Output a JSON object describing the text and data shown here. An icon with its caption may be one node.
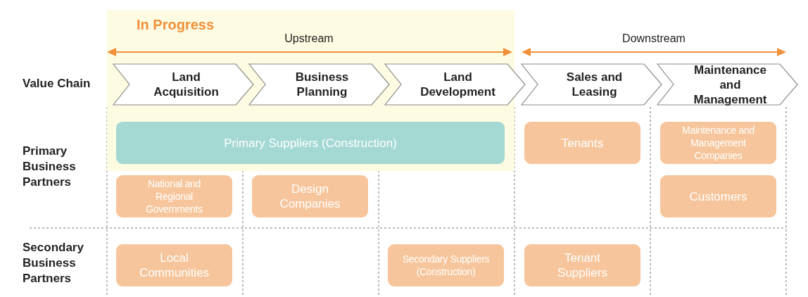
{
  "diagram": {
    "nodes": [
      {
        "text": [
          "In Progress"
        ]
      },
      {
        "text": [
          "Land Acquisition"
        ],
        "in": 0
      },
      {
        "text": [
          "Business Planning"
        ],
        "in": 0
      },
      {
        "text": [
          "Land Development"
        ],
        "in": 0
      },
      {
        "text": [
          "Sales and Leasing"
        ]
      },
      {
        "text": [
          "Maintenance and Management"
        ]
      },
      {
        "text": [
          "Primary Suppliers (Construction)"
        ],
        "in": 0
      },
      {
        "text": [
          "Tenants"
        ]
      },
      {
        "text": [
          "Maintenance and Management Companies"
        ]
      },
      {
        "text": [
          "National and Regional Governments"
        ]
      },
      {
        "text": [
          "Design Companies"
        ]
      },
      {
        "text": [
          "Customers"
        ]
      },
      {
        "text": [
          "Local Communities"
        ]
      },
      {
        "text": [
          "Secondary Suppliers (Construction)"
        ]
      },
      {
        "text": [
          "Tenant Suppliers"
        ]
      }
    ],
    "labels": [
      "Upstream",
      "Downstream",
      "Value Chain",
      "Primary Business Partners",
      "Secondary Business Partners"
    ]
  }
}
